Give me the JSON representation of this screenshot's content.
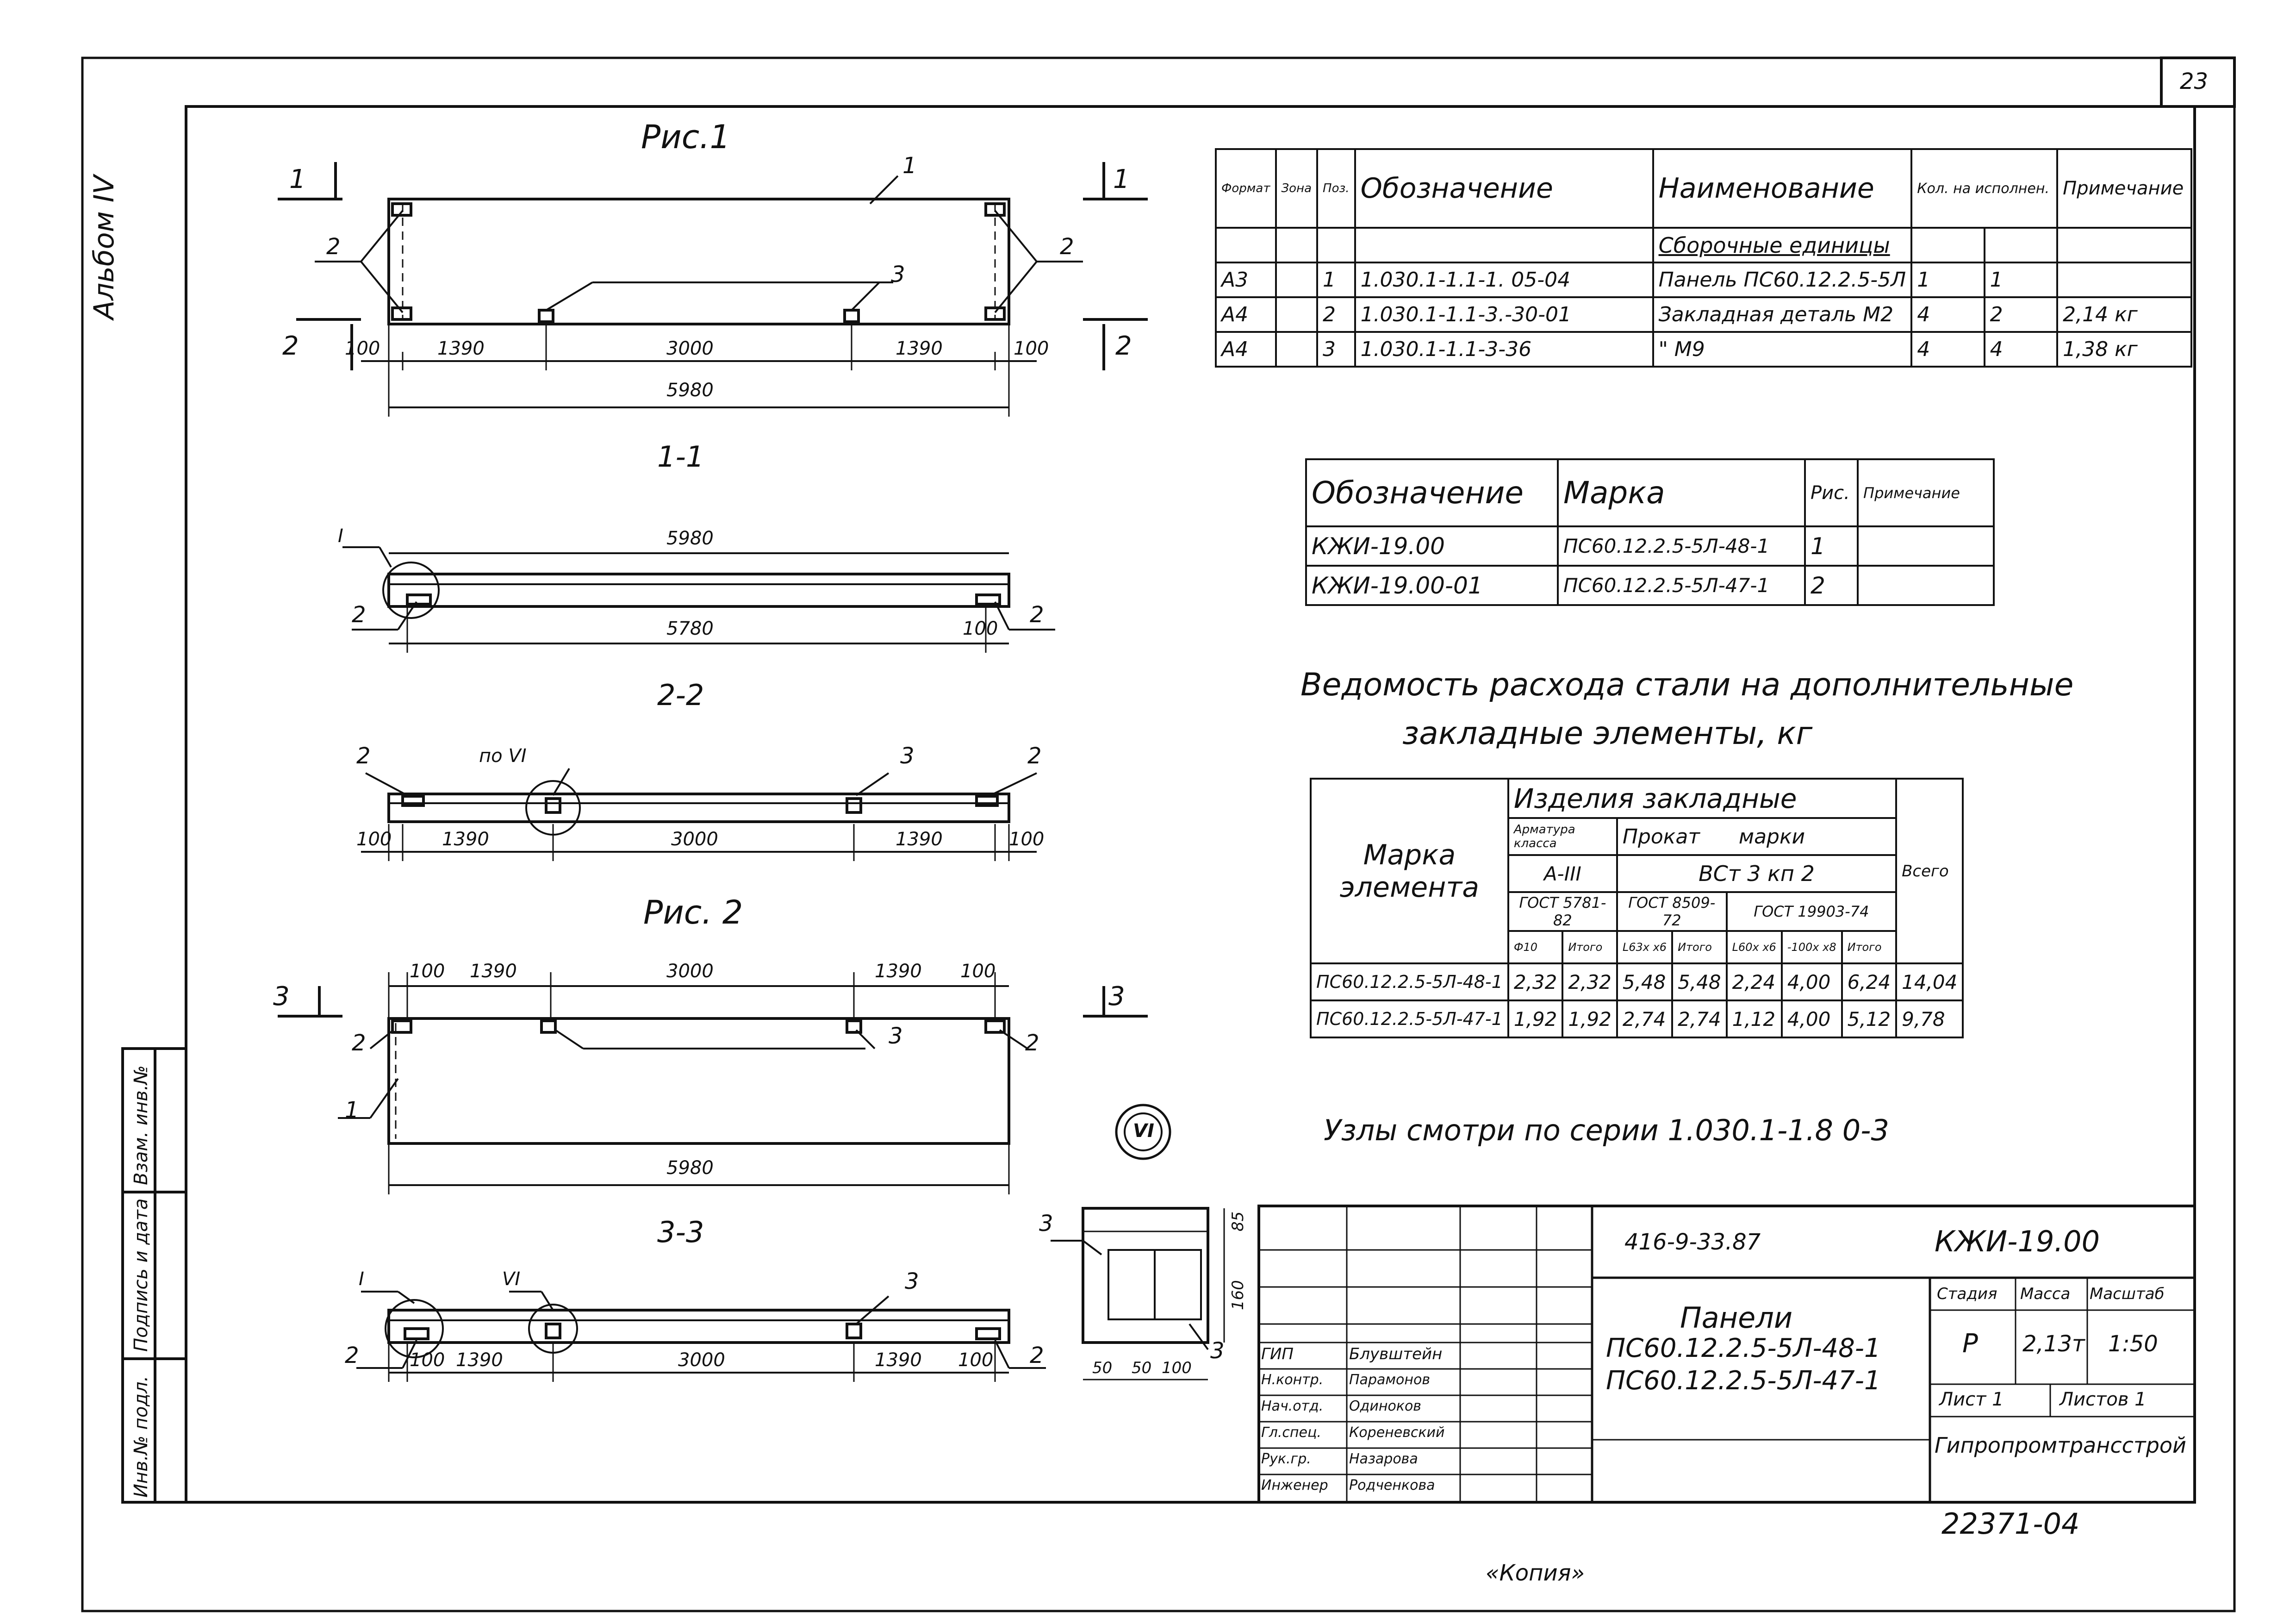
{
  "sheet_number": "23",
  "album_label": "Альбом IV",
  "side_stamp": [
    "Взам. инв.№",
    "Подпись и дата",
    "Инв.№ подл."
  ],
  "fig1": {
    "title": "Рис.1",
    "section_marks": [
      "1",
      "1",
      "2",
      "2"
    ],
    "pos_labels": [
      "1",
      "2",
      "2",
      "3"
    ],
    "dims": [
      "100",
      "1390",
      "3000",
      "1390",
      "100"
    ],
    "total": "5980"
  },
  "sec11": {
    "title": "1-1",
    "top": "5980",
    "bottom": "5780",
    "end": "100",
    "marks": [
      "I",
      "2",
      "2"
    ]
  },
  "sec22": {
    "title": "2-2",
    "dims": [
      "100",
      "1390",
      "3000",
      "1390",
      "100"
    ],
    "labels": [
      "2",
      "по VI",
      "3",
      "2"
    ]
  },
  "fig2": {
    "title": "Рис. 2",
    "section_marks": [
      "3",
      "3"
    ],
    "dims": [
      "100",
      "1390",
      "3000",
      "1390",
      "100"
    ],
    "total": "5980",
    "pos_labels": [
      "2",
      "3",
      "2",
      "1"
    ]
  },
  "sec33": {
    "title": "3-3",
    "dims": [
      "100",
      "1390",
      "3000",
      "1390",
      "100"
    ],
    "labels": [
      "I",
      "VI",
      "3",
      "2",
      "2"
    ]
  },
  "node_mark": "VI",
  "detail": {
    "label_a": "3",
    "label_b": "3",
    "h1": "85",
    "h2": "160",
    "w": [
      "50",
      "50",
      "100"
    ]
  },
  "spec_table": {
    "headers": [
      "Формат",
      "Зона",
      "Поз.",
      "Обозначение",
      "Наименование",
      "Кол. на исполнен.",
      "Примечание"
    ],
    "section_title": "Сборочные единицы",
    "rows": [
      [
        "А3",
        "",
        "1",
        "1.030.1-1.1-1. 05-04",
        "Панель ПС60.12.2.5-5Л",
        "1",
        "1",
        ""
      ],
      [
        "А4",
        "",
        "2",
        "1.030.1-1.1-3.-30-01",
        "Закладная деталь М2",
        "4",
        "2",
        "2,14 кг"
      ],
      [
        "А4",
        "",
        "3",
        "1.030.1-1.1-3-36",
        "\"          М9",
        "4",
        "4",
        "1,38 кг"
      ]
    ]
  },
  "mark_table": {
    "headers": [
      "Обозначение",
      "Марка",
      "Рис.",
      "Примечание"
    ],
    "rows": [
      [
        "КЖИ-19.00",
        "ПС60.12.2.5-5Л-48-1",
        "1",
        ""
      ],
      [
        "КЖИ-19.00-01",
        "ПС60.12.2.5-5Л-47-1",
        "2",
        ""
      ]
    ]
  },
  "steel_title": [
    "Ведомость расхода стали на дополнительные",
    "закладные элементы, кг"
  ],
  "steel_table": {
    "mark_header": "Марка элемента",
    "group_header": "Изделия закладные",
    "armatura": "Арматура класса",
    "prokat": "Прокат",
    "marki": "марки",
    "class": "А-III",
    "steel": "ВСт 3 кп 2",
    "gost": [
      "ГОСТ 5781-82",
      "ГОСТ 8509-72",
      "ГОСТ 19903-74"
    ],
    "sub": [
      "Ф10",
      "Итого",
      "L63х х6",
      "Итого",
      "L60х х6",
      "-100х х8",
      "Итого"
    ],
    "total": "Всего",
    "rows": [
      [
        "ПС60.12.2.5-5Л-48-1",
        "2,32",
        "2,32",
        "5,48",
        "5,48",
        "2,24",
        "4,00",
        "6,24",
        "14,04"
      ],
      [
        "ПС60.12.2.5-5Л-47-1",
        "1,92",
        "1,92",
        "2,74",
        "2,74",
        "1,12",
        "4,00",
        "5,12",
        "9,78"
      ]
    ]
  },
  "nodes_note": "Узлы смотри по серии 1.030.1-1.8 0-3",
  "title_block": {
    "project": "416-9-33.87",
    "code": "КЖИ-19.00",
    "name": "Панели",
    "panels": [
      "ПС60.12.2.5-5Л-48-1",
      "ПС60.12.2.5-5Л-47-1"
    ],
    "stage_h": "Стадия",
    "mass_h": "Масса",
    "scale_h": "Масштаб",
    "stage": "Р",
    "mass": "2,13т",
    "scale": "1:50",
    "sheet": "Лист 1",
    "sheets": "Листов 1",
    "org": "Гипропромтрансстрой",
    "people": [
      [
        "ГИП",
        "Блувштейн"
      ],
      [
        "Н.контр.",
        "Парамонов"
      ],
      [
        "Нач.отд.",
        "Одиноков"
      ],
      [
        "Гл.спец.",
        "Кореневский"
      ],
      [
        "Рук.гр.",
        "Назарова"
      ],
      [
        "Инженер",
        "Родченкова"
      ]
    ]
  },
  "footer_number": "22371-04",
  "bottom_sign": "«Копия»"
}
